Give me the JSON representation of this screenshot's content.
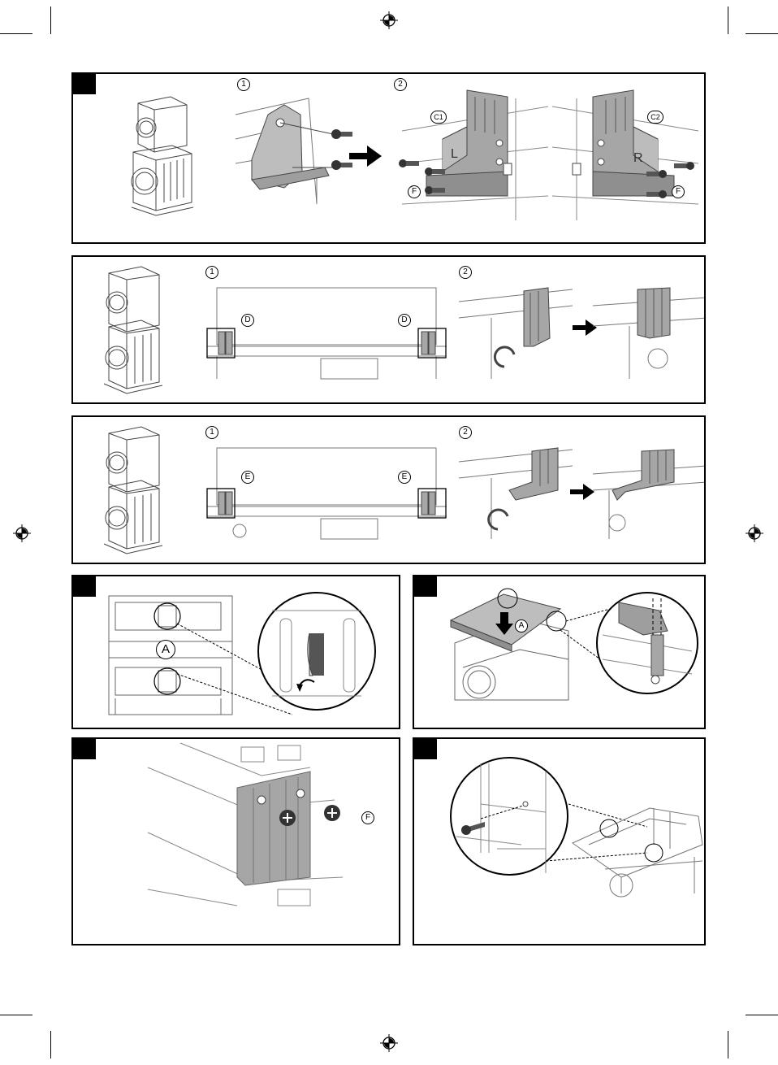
{
  "panel1": {
    "sub1": "1",
    "sub2": "2",
    "label_c1": "C1",
    "label_c2": "C2",
    "label_f_left": "F",
    "label_f_right": "F",
    "letter_l": "L",
    "letter_r": "R"
  },
  "panel2": {
    "sub1": "1",
    "sub2": "2",
    "label_d_left": "D",
    "label_d_right": "D"
  },
  "panel3": {
    "sub1": "1",
    "sub2": "2",
    "label_e_left": "E",
    "label_e_right": "E"
  },
  "panel4": {
    "label_a": "A"
  },
  "panel5": {
    "label_a": "A"
  },
  "panel6": {
    "label_f": "F"
  },
  "colors": {
    "bracket_fill": "#a6a6a6",
    "line": "#555555",
    "frame": "#000000"
  },
  "icons": {
    "registration": "registration-mark-icon",
    "arrow": "arrow-right-icon",
    "screw": "screw-icon"
  }
}
